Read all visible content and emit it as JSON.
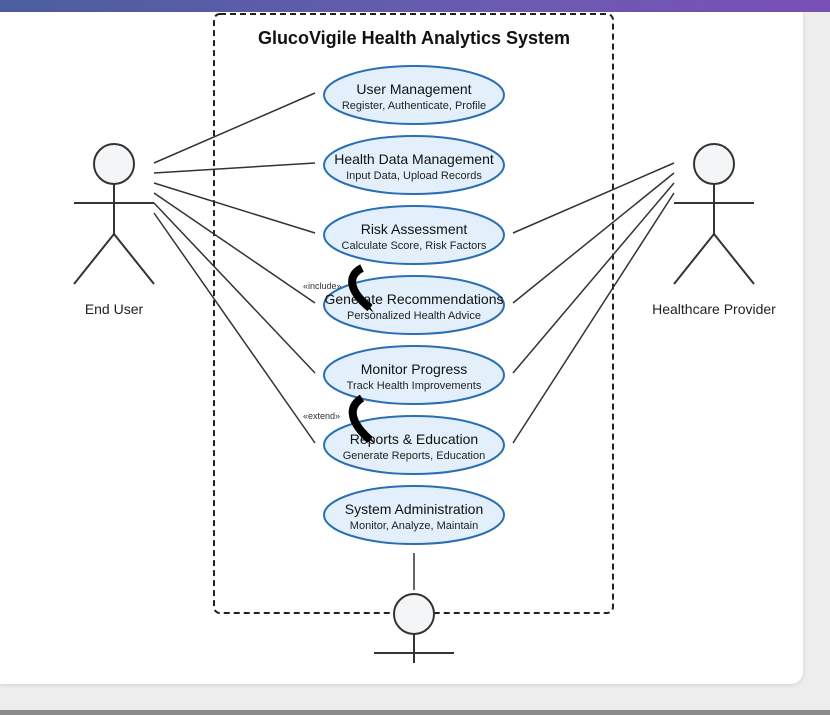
{
  "system": {
    "title": "GlucoVigile Health Analytics System"
  },
  "actors": {
    "end_user": "End User",
    "healthcare_provider": "Healthcare Provider",
    "admin": ""
  },
  "use_cases": [
    {
      "title": "User Management",
      "subtitle": "Register, Authenticate, Profile"
    },
    {
      "title": "Health Data Management",
      "subtitle": "Input Data, Upload Records"
    },
    {
      "title": "Risk Assessment",
      "subtitle": "Calculate Score, Risk Factors"
    },
    {
      "title": "Generate Recommendations",
      "subtitle": "Personalized Health Advice"
    },
    {
      "title": "Monitor Progress",
      "subtitle": "Track Health Improvements"
    },
    {
      "title": "Reports & Education",
      "subtitle": "Generate Reports, Education"
    },
    {
      "title": "System Administration",
      "subtitle": "Monitor, Analyze, Maintain"
    }
  ],
  "relations": {
    "include": "«include»",
    "extend": "«extend»"
  },
  "colors": {
    "usecase_fill": "#e3f0fb",
    "usecase_stroke": "#2a6fb3",
    "actor_fill": "#f4f5f7",
    "line": "#333333"
  }
}
